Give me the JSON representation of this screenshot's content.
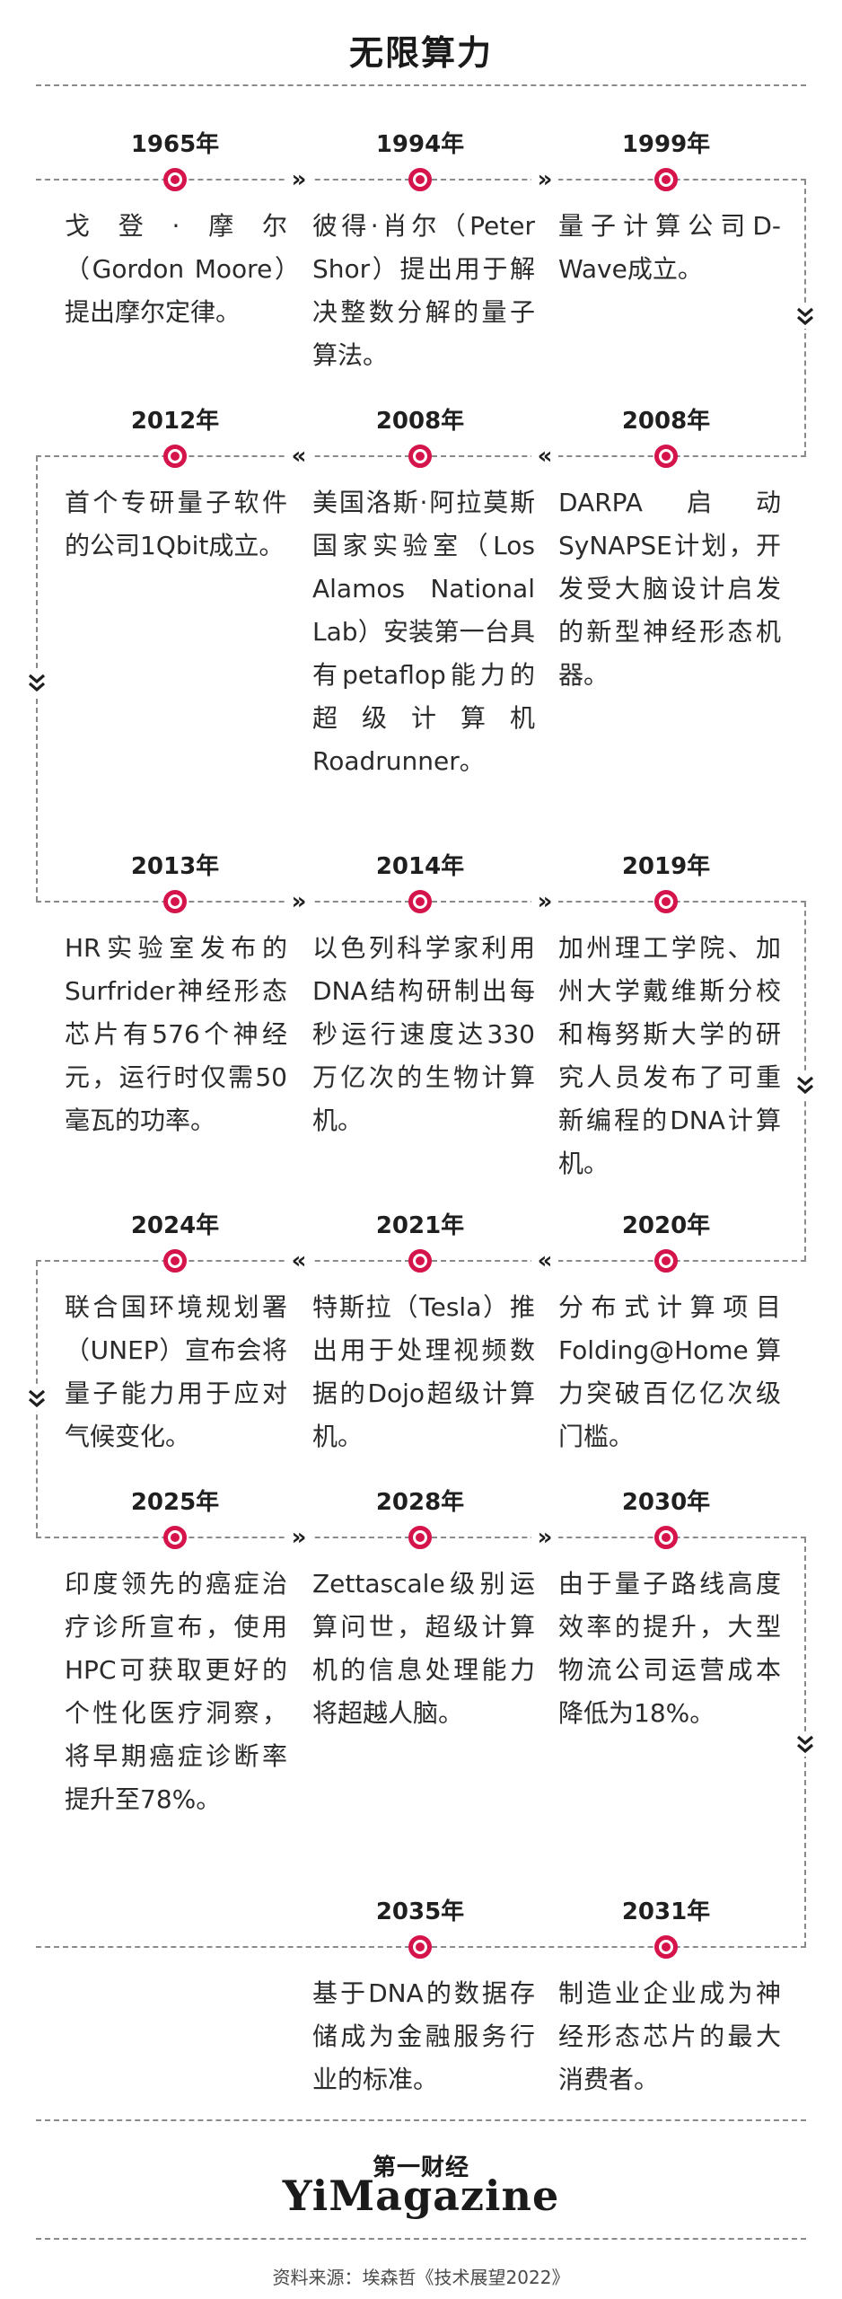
{
  "title": "无限算力",
  "accent_color": "#d4144a",
  "events": [
    {
      "year": "1965年",
      "text": "戈登·摩尔（Gordon Moore）提出摩尔定律。"
    },
    {
      "year": "1994年",
      "text": "彼得·肖尔（Peter Shor）提出用于解决整数分解的量子算法。"
    },
    {
      "year": "1999年",
      "text": "量子计算公司D-Wave成立。"
    },
    {
      "year": "2008年",
      "text": "DARPA启动SyNAPSE计划，开发受大脑设计启发的新型神经形态机器。"
    },
    {
      "year": "2008年",
      "text": "美国洛斯·阿拉莫斯国家实验室（Los Alamos National Lab）安装第一台具有petaflop能力的超级计算机Roadrunner。"
    },
    {
      "year": "2012年",
      "text": "首个专研量子软件的公司1Qbit成立。"
    },
    {
      "year": "2013年",
      "text": "HR实验室发布的Surfrider神经形态芯片有576个神经元，运行时仅需50毫瓦的功率。"
    },
    {
      "year": "2014年",
      "text": "以色列科学家利用DNA结构研制出每秒运行速度达330万亿次的生物计算机。"
    },
    {
      "year": "2019年",
      "text": "加州理工学院、加州大学戴维斯分校和梅努斯大学的研究人员发布了可重新编程的DNA计算机。"
    },
    {
      "year": "2020年",
      "text": "分布式计算项目Folding@Home算力突破百亿亿次级门槛。"
    },
    {
      "year": "2021年",
      "text": "特斯拉（Tesla）推出用于处理视频数据的Dojo超级计算机。"
    },
    {
      "year": "2024年",
      "text": "联合国环境规划署（UNEP）宣布会将量子能力用于应对气候变化。"
    },
    {
      "year": "2025年",
      "text": "印度领先的癌症治疗诊所宣布，使用HPC可获取更好的个性化医疗洞察，将早期癌症诊断率提升至78%。"
    },
    {
      "year": "2028年",
      "text": "Zettascale级别运算问世，超级计算机的信息处理能力将超越人脑。"
    },
    {
      "year": "2030年",
      "text": "由于量子路线高度效率的提升，大型物流公司运营成本降低为18%。"
    },
    {
      "year": "2031年",
      "text": "制造业企业成为神经形态芯片的最大消费者。"
    },
    {
      "year": "2035年",
      "text": "基于DNA的数据存储成为金融服务行业的标准。"
    }
  ],
  "footer": {
    "logo_cn": "第一财经",
    "logo_en": "YiMagazine",
    "source": "资料来源：埃森哲《技术展望2022》"
  }
}
